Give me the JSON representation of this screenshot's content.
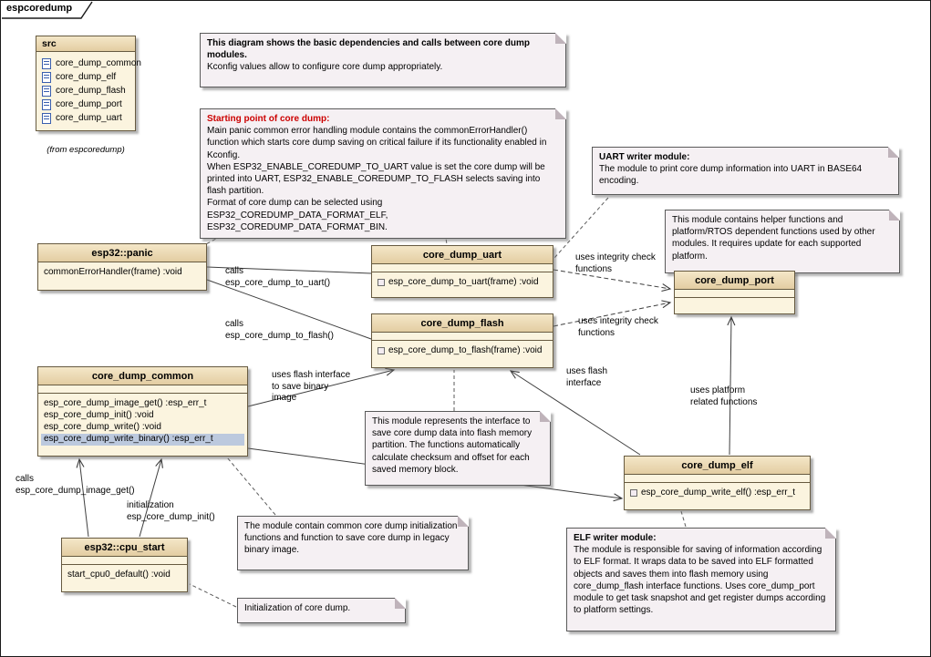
{
  "frame": {
    "title": "espcoredump"
  },
  "colors": {
    "class_header": "#E9D3A8",
    "class_body": "#FBF4DF",
    "note_bg": "#F5F0F3",
    "note_title_red": "#CC0000",
    "highlight_row": "#BCC9DE"
  },
  "package": {
    "name": "src",
    "items": [
      "core_dump_common",
      "core_dump_elf",
      "core_dump_flash",
      "core_dump_port",
      "core_dump_uart"
    ],
    "from_label": "(from espcoredump)"
  },
  "classes": {
    "panic": {
      "name": "esp32::panic",
      "ops": [
        "commonErrorHandler(frame)  :void"
      ]
    },
    "uart": {
      "name": "core_dump_uart",
      "ops": [
        "esp_core_dump_to_uart(frame)  :void"
      ]
    },
    "flash": {
      "name": "core_dump_flash",
      "ops": [
        "esp_core_dump_to_flash(frame)  :void"
      ]
    },
    "port": {
      "name": "core_dump_port",
      "ops": []
    },
    "common": {
      "name": "core_dump_common",
      "ops": [
        "esp_core_dump_image_get() :esp_err_t",
        "esp_core_dump_init()  :void",
        "esp_core_dump_write()  :void",
        "esp_core_dump_write_binary() :esp_err_t"
      ]
    },
    "elf": {
      "name": "core_dump_elf",
      "ops": [
        "esp_core_dump_write_elf()  :esp_err_t"
      ]
    },
    "cpu_start": {
      "name": "esp32::cpu_start",
      "ops": [
        "start_cpu0_default()  :void"
      ]
    }
  },
  "notes": {
    "overview": {
      "title": "This diagram shows the basic dependencies and calls between core dump modules.",
      "body": "Kconfig values allow to configure core dump appropriately."
    },
    "starting_point": {
      "title": "Starting point of core dump:",
      "body": "Main panic common error handling module contains the commonErrorHandler() function which starts core dump saving on critical failure if its functionality enabled in Kconfig.\nWhen ESP32_ENABLE_COREDUMP_TO_UART value is set the core dump will be printed into UART, ESP32_ENABLE_COREDUMP_TO_FLASH selects saving into flash partition.\nFormat of core dump can be selected using ESP32_COREDUMP_DATA_FORMAT_ELF, ESP32_COREDUMP_DATA_FORMAT_BIN."
    },
    "uart_writer": {
      "title": "UART writer module:",
      "body": "The module to print core dump information into UART in BASE64 encoding."
    },
    "port_helper": {
      "body": "This module contains helper functions and platform/RTOS dependent functions used by other modules. It requires update for each supported platform."
    },
    "flash_interface": {
      "body": "This module represents the interface to save core dump data into flash memory partition. The functions automatically calculate checksum and offset for each saved memory block."
    },
    "common_module": {
      "body": "The module contain common core dump initialization functions and function to save core dump in legacy binary image."
    },
    "init": {
      "body": "Initialization of core dump."
    },
    "elf_writer": {
      "title": "ELF writer module:",
      "body": "The module is responsible for saving of information according to ELF format. It wraps data to be saved into ELF formatted objects and saves them into flash memory using core_dump_flash interface functions. Uses core_dump_port module to get task snapshot and get register dumps according to platform settings."
    }
  },
  "edge_labels": {
    "calls_to_uart": "calls\nesp_core_dump_to_uart()",
    "calls_to_flash": "calls\nesp_core_dump_to_flash()",
    "integrity_uart": "uses integrity check\nfunctions",
    "integrity_flash": "uses integrity check\nfunctions",
    "flash_save_binary": "uses flash interface\nto save binary\nimage",
    "elf_flash": "uses flash\ninterface",
    "platform_functions": "uses platform\nrelated functions",
    "calls_image_get": "calls\nesp_core_dump_image_get()",
    "initialization": "initialization\nesp_core_dump_init()"
  }
}
